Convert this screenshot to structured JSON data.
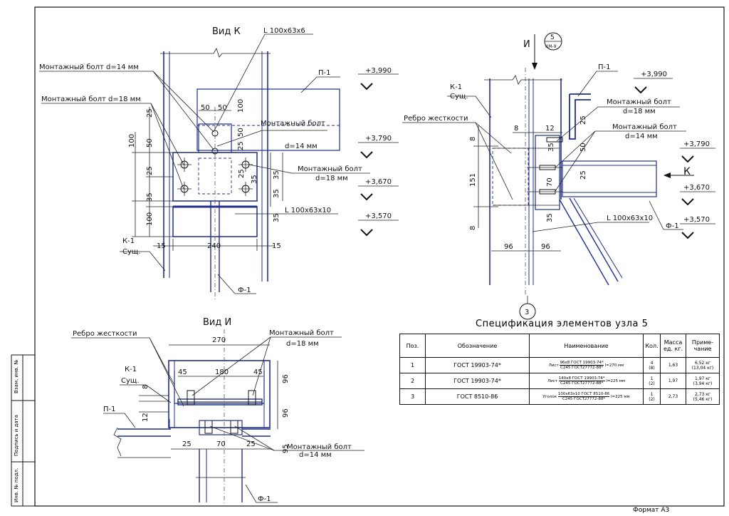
{
  "views": {
    "view_k": {
      "title": "Вид К",
      "labels": {
        "angle_top": "L 100х63х6",
        "bolt14": "Монтажный болт d=14 мм",
        "bolt18": "Монтажный болт d=18 мм",
        "p1": "П-1",
        "elev1": "+3,990",
        "bolt_a": "Монтажный болт",
        "bolt_a2": "d=14 мм",
        "elev2": "+3,790",
        "bolt_b": "Монтажный болт",
        "bolt_b2": "d=18 мм",
        "elev3": "+3,670",
        "angle_bot": "L 100х63х10",
        "elev4": "+3,570",
        "k1": "К-1",
        "k1b": "Сущ.",
        "f1": "Ф-1"
      },
      "dims": [
        "50",
        "50",
        "100",
        "25",
        "50",
        "25",
        "100",
        "50",
        "25",
        "35",
        "35",
        "35",
        "25",
        "35",
        "35",
        "100",
        "15",
        "240",
        "15"
      ]
    },
    "view_5": {
      "circle": "5",
      "circle_sub": "КМ-9",
      "arrow_i": "И",
      "p1": "П-1",
      "elev1": "+3,990",
      "k1": "К-1",
      "k1b": "Сущ.",
      "rib": "Ребро жесткости",
      "bolt18": "Монтажный болт",
      "bolt18b": "d=18 мм",
      "bolt14": "Монтажный болт",
      "bolt14b": "d=14 мм",
      "elev2": "+3,790",
      "arrow_k": "К",
      "elev3": "+3,670",
      "angle": "L 100х63х10",
      "f1": "Ф-1",
      "elev4": "+3,570",
      "bubble": "3",
      "dims": [
        "8",
        "12",
        "8",
        "25",
        "35",
        "50",
        "25",
        "151",
        "70",
        "8",
        "35",
        "96",
        "96"
      ]
    },
    "view_i": {
      "title": "Вид И",
      "rib": "Ребро жесткости",
      "bolt18": "Монтажный болт",
      "bolt18b": "d=18 мм",
      "k1": "К-1",
      "k1b": "Сущ.",
      "p1": "П-1",
      "bolt14": "Монтажный болт",
      "bolt14b": "d=14 мм",
      "f1": "Ф-1",
      "dims": [
        "270",
        "45",
        "180",
        "45",
        "96",
        "8",
        "96",
        "12",
        "25",
        "70",
        "25",
        "95"
      ]
    }
  },
  "spec": {
    "title": "Спецификация элементов узла 5",
    "headers": [
      "Поз.",
      "Обозначение",
      "Наименование",
      "Кол.",
      "Масса ед. кг.",
      "Приме-чание"
    ],
    "rows": [
      {
        "pos": "1",
        "code": "ГОСТ 19903-74*",
        "name_pre": "Лист",
        "name_top": "96х8 ГОСТ 19903-74*",
        "name_bot": "С245 ГОСТ27772-88*",
        "name_post": "l=270 мм",
        "qty": "4",
        "qty2": "(8)",
        "mass": "1,63",
        "note": "6,52 кг",
        "note2": "(13,04 кг)"
      },
      {
        "pos": "2",
        "code": "ГОСТ 19903-74*",
        "name_pre": "Лист",
        "name_top": "140х8 ГОСТ 19903-74*",
        "name_bot": "С245 ГОСТ27772-88*",
        "name_post": "l=225 мм",
        "qty": "1",
        "qty2": "(2)",
        "mass": "1,97",
        "note": "1,97 кг",
        "note2": "(3,94 кг)"
      },
      {
        "pos": "3",
        "code": "ГОСТ 8510-86",
        "name_pre": "Уголок",
        "name_top": "100х63х10 ГОСТ 8510-86",
        "name_bot": "С245 ГОСТ27772-88*",
        "name_post": "l=225 мм",
        "qty": "1",
        "qty2": "(2)",
        "mass": "2,73",
        "note": "2,73 кг",
        "note2": "(5,46 кг)"
      }
    ]
  },
  "stamp": {
    "s1": "Взам. инв. №",
    "s2": "Подпись и дата",
    "s3": "Инв. № подл."
  },
  "format": "Формат А3"
}
